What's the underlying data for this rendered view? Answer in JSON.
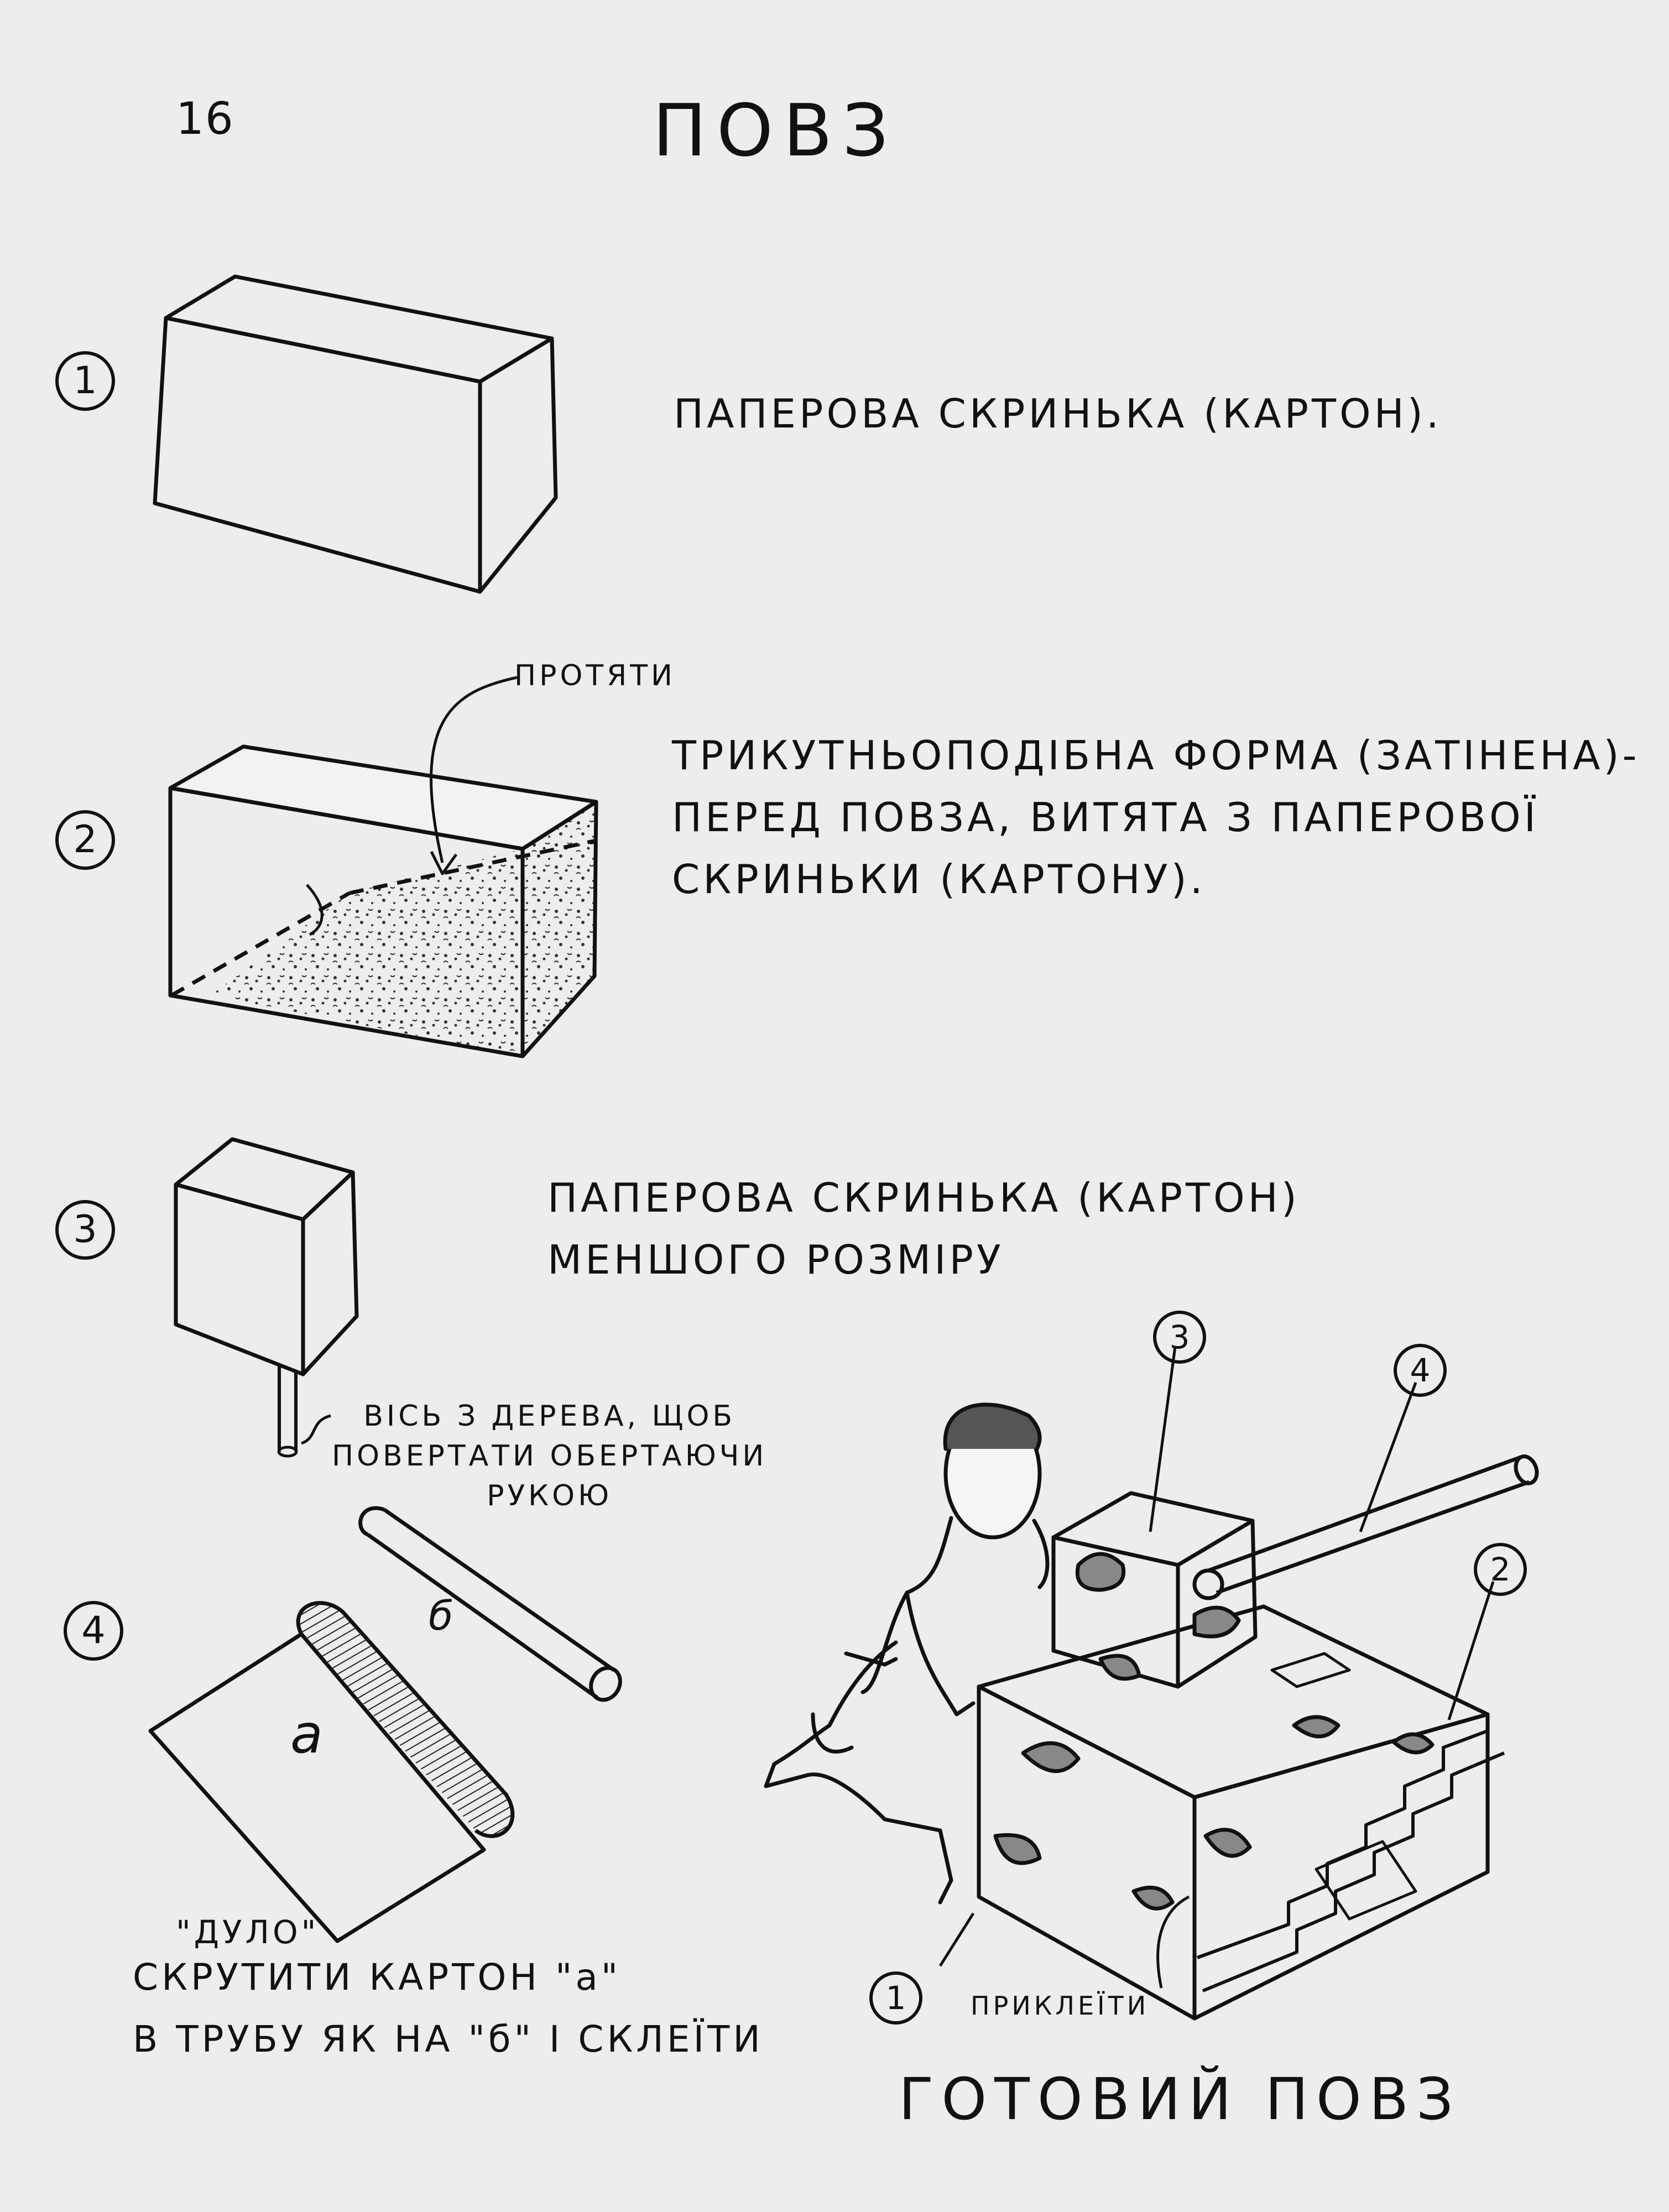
{
  "page": {
    "number": "16",
    "title": "ПОВЗ"
  },
  "steps": [
    {
      "marker": "1",
      "caption_lines": [
        "ПАПЕРОВА СКРИНЬКА (КАРТОН)."
      ]
    },
    {
      "marker": "2",
      "label": "ПРОТЯТИ",
      "caption_lines": [
        "ТРИКУТНЬОПОДІБНА ФОРМА (ЗАТІНЕНА)-",
        "ПЕРЕД ПОВЗА, ВИТЯТА З ПАПЕРОВОЇ",
        "СКРИНЬКИ (КАРТОНУ)."
      ]
    },
    {
      "marker": "3",
      "caption_lines": [
        "ПАПЕРОВА СКРИНЬКА (КАРТОН)",
        "МЕНШОГО РОЗМІРУ"
      ],
      "axle_label_lines": [
        "ВІСЬ З ДЕРЕВА, ЩОБ",
        "ПОВЕРТАТИ ОБЕРТАЮЧИ",
        "РУКОЮ"
      ]
    },
    {
      "marker": "4",
      "sheet_label": "a",
      "tube_label": "б",
      "barrel_label": "\"ДУЛО\"",
      "instruction_lines": [
        "СКРУТИТИ КАРТОН \"a\"",
        "В ТРУБУ ЯК НА \"б\" І СКЛЕЇТИ"
      ]
    }
  ],
  "assembled": {
    "markers": [
      "1",
      "2",
      "3",
      "4"
    ],
    "glue_label": "ПРИКЛЕЇТИ",
    "caption": "ГОТОВИЙ ПОВЗ"
  }
}
